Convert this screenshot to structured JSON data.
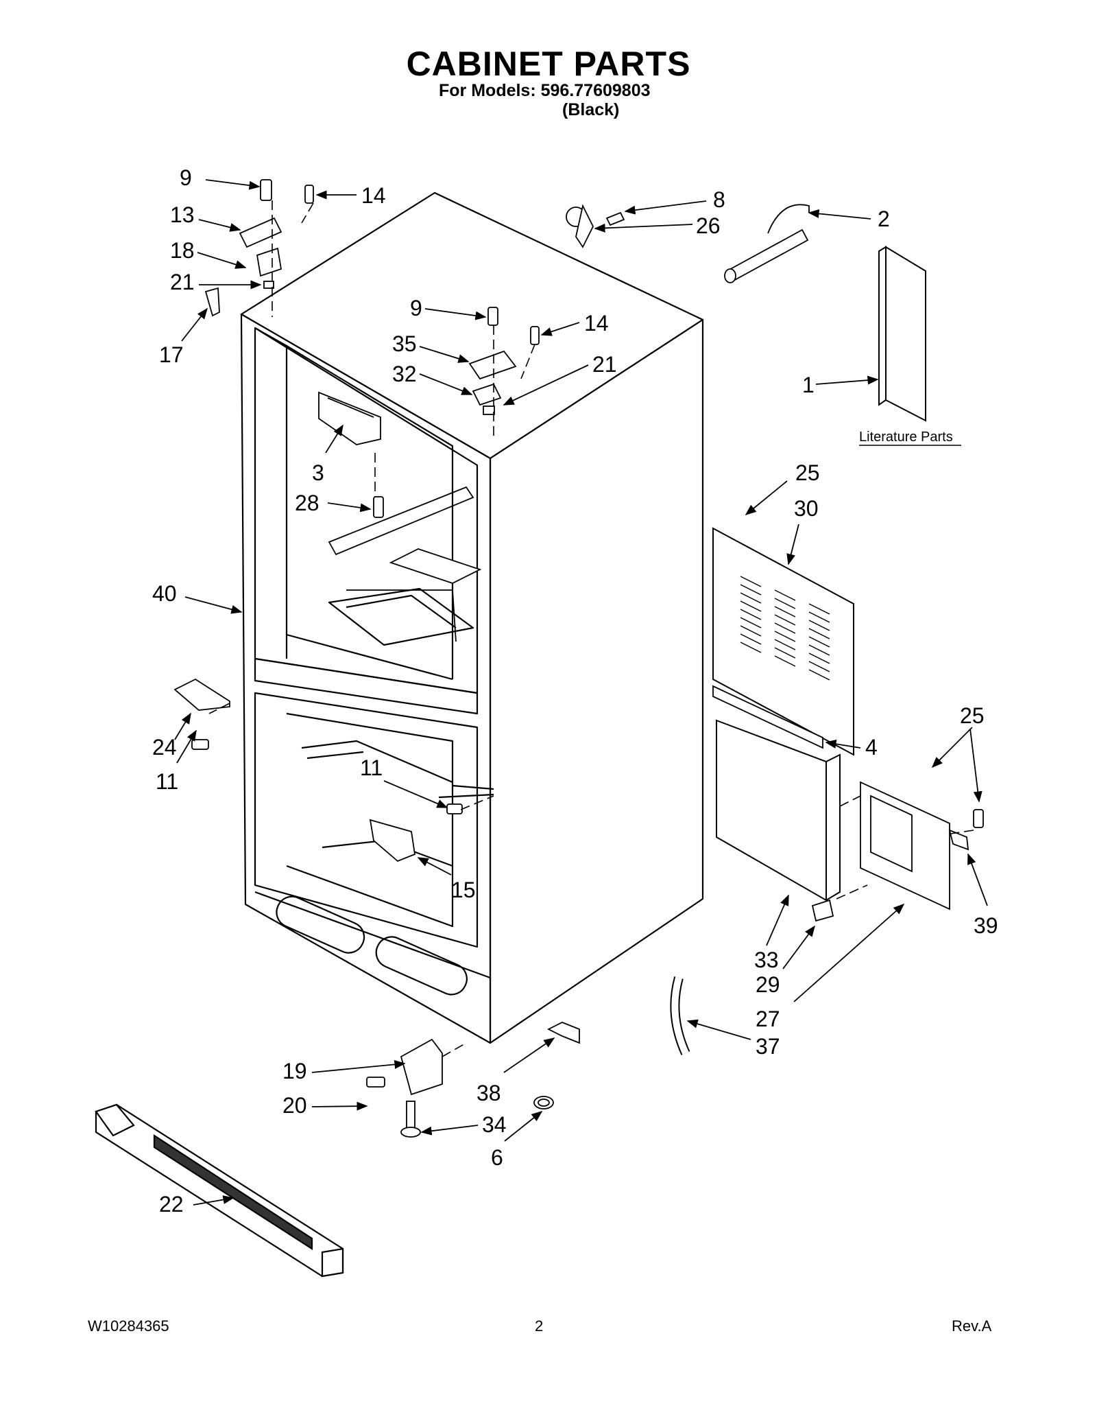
{
  "header": {
    "title": "CABINET PARTS",
    "models_line": "For Models: 596.77609803",
    "color_line": "(Black)"
  },
  "literature": {
    "label": "Literature Parts"
  },
  "callouts": {
    "c9a": "9",
    "c14a": "14",
    "c13": "13",
    "c18": "18",
    "c21a": "21",
    "c17": "17",
    "c8": "8",
    "c26": "26",
    "c2": "2",
    "c9b": "9",
    "c14b": "14",
    "c35": "35",
    "c32": "32",
    "c21b": "21",
    "c1": "1",
    "c3": "3",
    "c28": "28",
    "c25a": "25",
    "c30": "30",
    "c40": "40",
    "c24": "24",
    "c11a": "11",
    "c11b": "11",
    "c15": "15",
    "c4": "4",
    "c25b": "25",
    "c39": "39",
    "c33": "33",
    "c29": "29",
    "c27": "27",
    "c37": "37",
    "c19": "19",
    "c20": "20",
    "c38": "38",
    "c34": "34",
    "c6": "6",
    "c22": "22"
  },
  "footer": {
    "doc_number": "W10284365",
    "page_number": "2",
    "revision": "Rev.A"
  }
}
